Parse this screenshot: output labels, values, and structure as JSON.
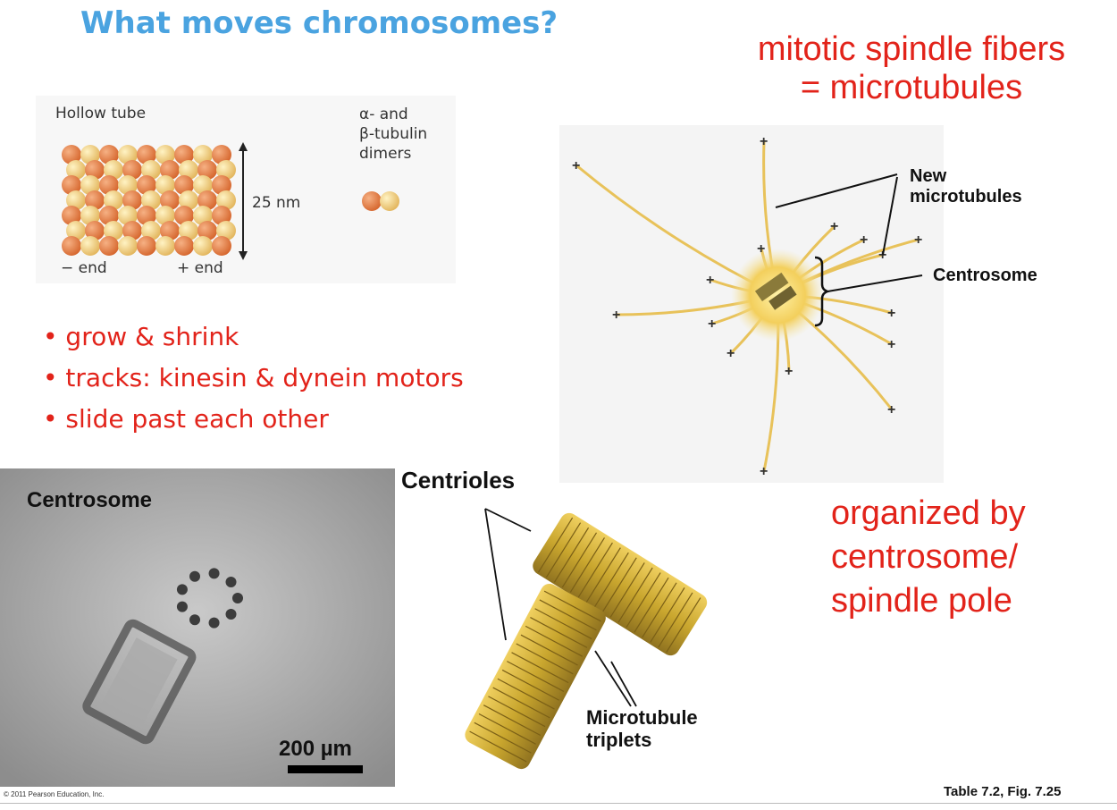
{
  "title": "What moves chromosomes?",
  "spindle_heading": [
    "mitotic spindle fibers",
    "= microtubules"
  ],
  "tube_diagram": {
    "label_tube": "Hollow tube",
    "label_dimers": [
      "α- and",
      "β-tubulin",
      "dimers"
    ],
    "label_size": "25 nm",
    "label_minus": "− end",
    "label_plus": "+ end"
  },
  "bullets": [
    "grow & shrink",
    "tracks:  kinesin & dynein motors",
    "slide past each other"
  ],
  "aster_diagram": {
    "label_new": [
      "New",
      "microtubules"
    ],
    "label_centrosome": "Centrosome",
    "plus_sign": "+"
  },
  "micrograph": {
    "label": "Centrosome",
    "scale": "200 µm"
  },
  "centriole_diagram": {
    "label_centrioles": "Centrioles",
    "label_triplets": [
      "Microtubule",
      "triplets"
    ]
  },
  "organized_text": [
    "organized by",
    "centrosome/",
    "spindle pole"
  ],
  "copyright": "© 2011 Pearson Education, Inc.",
  "reference": "Table 7.2, Fig. 7.25",
  "colors": {
    "title": "#4aa3e0",
    "accent_red": "#e2231a",
    "tubule": "#e8c25a"
  }
}
